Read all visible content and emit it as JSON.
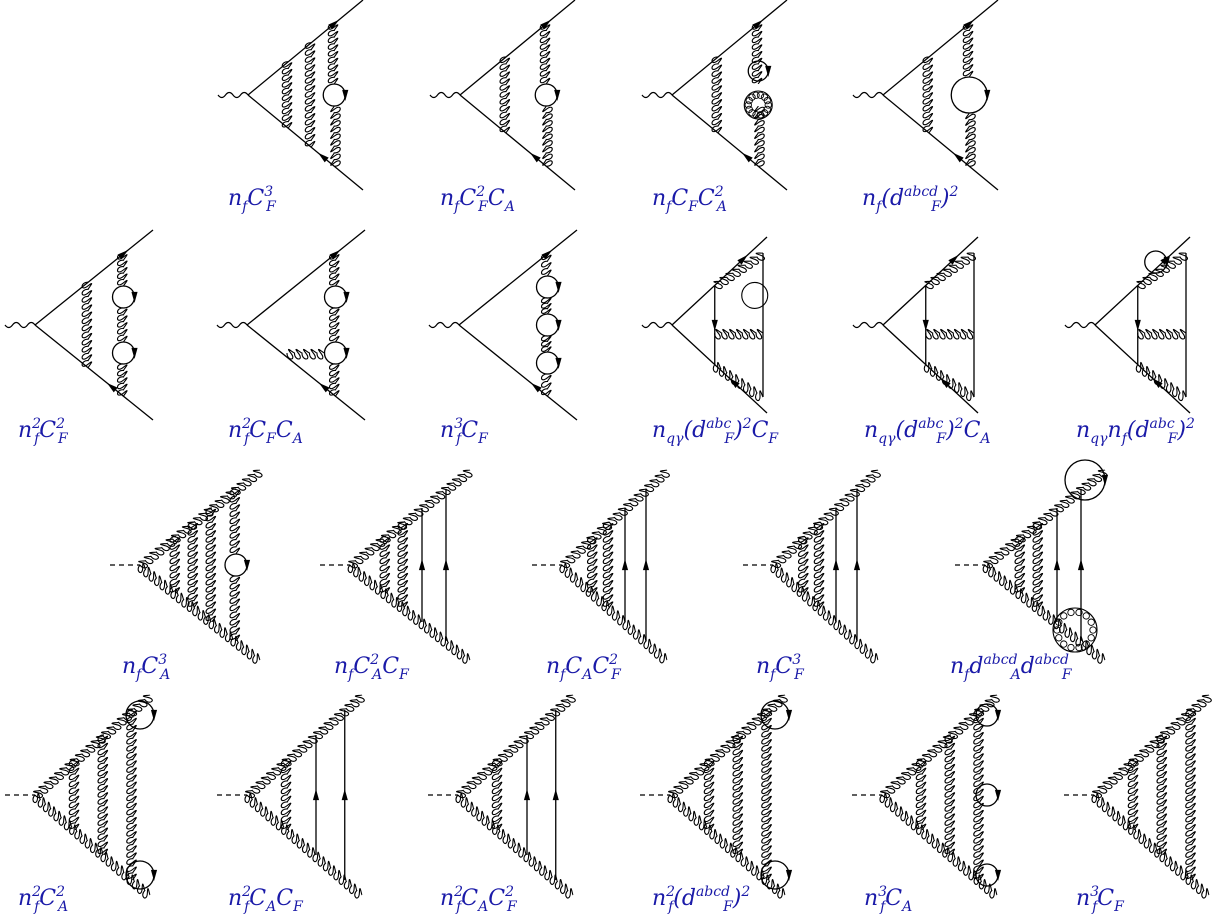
{
  "figure": {
    "rows": [
      {
        "diagrams": [
          {
            "label": "n_f C_F^3",
            "parts": [
              [
                "n",
                ""
              ],
              [
                "f",
                "sub"
              ],
              [
                "C",
                ""
              ],
              [
                "3",
                "sup"
              ],
              [
                "F",
                "sub"
              ]
            ]
          },
          {
            "label": "n_f C_F^2 C_A",
            "parts": [
              [
                "n",
                ""
              ],
              [
                "f",
                "sub"
              ],
              [
                "C",
                ""
              ],
              [
                "2",
                "sup"
              ],
              [
                "F",
                "sub"
              ],
              [
                "C",
                ""
              ],
              [
                "A",
                "sub"
              ]
            ]
          },
          {
            "label": "n_f C_F C_A^2",
            "parts": [
              [
                "n",
                ""
              ],
              [
                "f",
                "sub"
              ],
              [
                "C",
                ""
              ],
              [
                "F",
                "sub"
              ],
              [
                "C",
                ""
              ],
              [
                "2",
                "sup"
              ],
              [
                "A",
                "sub"
              ]
            ]
          },
          {
            "label": "n_f (d_F^abcd)^2",
            "parts": [
              [
                "n",
                ""
              ],
              [
                "f",
                "sub"
              ],
              [
                "(d",
                ""
              ],
              [
                "abcd",
                "sup"
              ],
              [
                "F",
                "sub"
              ],
              [
                ")",
                ""
              ],
              [
                "2",
                "sup"
              ]
            ]
          }
        ]
      },
      {
        "diagrams": [
          {
            "label": "n_f^2 C_F^2",
            "parts": [
              [
                "n",
                ""
              ],
              [
                "2",
                "sup"
              ],
              [
                "f",
                "sub"
              ],
              [
                "C",
                ""
              ],
              [
                "2",
                "sup"
              ],
              [
                "F",
                "sub"
              ]
            ]
          },
          {
            "label": "n_f^2 C_F C_A",
            "parts": [
              [
                "n",
                ""
              ],
              [
                "2",
                "sup"
              ],
              [
                "f",
                "sub"
              ],
              [
                "C",
                ""
              ],
              [
                "F",
                "sub"
              ],
              [
                "C",
                ""
              ],
              [
                "A",
                "sub"
              ]
            ]
          },
          {
            "label": "n_f^3 C_F",
            "parts": [
              [
                "n",
                ""
              ],
              [
                "3",
                "sup"
              ],
              [
                "f",
                "sub"
              ],
              [
                "C",
                ""
              ],
              [
                "F",
                "sub"
              ]
            ]
          },
          {
            "label": "n_qγ (d_F^abc)^2 C_F",
            "parts": [
              [
                "n",
                ""
              ],
              [
                "qγ",
                "sub"
              ],
              [
                "(d",
                ""
              ],
              [
                "abc",
                "sup"
              ],
              [
                "F",
                "sub"
              ],
              [
                ")",
                ""
              ],
              [
                "2",
                "sup"
              ],
              [
                "C",
                ""
              ],
              [
                "F",
                "sub"
              ]
            ]
          },
          {
            "label": "n_qγ (d_F^abc)^2 C_A",
            "parts": [
              [
                "n",
                ""
              ],
              [
                "qγ",
                "sub"
              ],
              [
                "(d",
                ""
              ],
              [
                "abc",
                "sup"
              ],
              [
                "F",
                "sub"
              ],
              [
                ")",
                ""
              ],
              [
                "2",
                "sup"
              ],
              [
                "C",
                ""
              ],
              [
                "A",
                "sub"
              ]
            ]
          },
          {
            "label": "n_qγ n_f (d_F^abc)^2",
            "parts": [
              [
                "n",
                ""
              ],
              [
                "qγ",
                "sub"
              ],
              [
                "n",
                ""
              ],
              [
                "f",
                "sub"
              ],
              [
                "(d",
                ""
              ],
              [
                "abc",
                "sup"
              ],
              [
                "F",
                "sub"
              ],
              [
                ")",
                ""
              ],
              [
                "2",
                "sup"
              ]
            ]
          }
        ]
      },
      {
        "diagrams": [
          {
            "label": "n_f C_A^3",
            "parts": [
              [
                "n",
                ""
              ],
              [
                "f",
                "sub"
              ],
              [
                "C",
                ""
              ],
              [
                "3",
                "sup"
              ],
              [
                "A",
                "sub"
              ]
            ]
          },
          {
            "label": "n_f C_A^2 C_F",
            "parts": [
              [
                "n",
                ""
              ],
              [
                "f",
                "sub"
              ],
              [
                "C",
                ""
              ],
              [
                "2",
                "sup"
              ],
              [
                "A",
                "sub"
              ],
              [
                "C",
                ""
              ],
              [
                "F",
                "sub"
              ]
            ]
          },
          {
            "label": "n_f C_A C_F^2",
            "parts": [
              [
                "n",
                ""
              ],
              [
                "f",
                "sub"
              ],
              [
                "C",
                ""
              ],
              [
                "A",
                "sub"
              ],
              [
                "C",
                ""
              ],
              [
                "2",
                "sup"
              ],
              [
                "F",
                "sub"
              ]
            ]
          },
          {
            "label": "n_f C_F^3",
            "parts": [
              [
                "n",
                ""
              ],
              [
                "f",
                "sub"
              ],
              [
                "C",
                ""
              ],
              [
                "3",
                "sup"
              ],
              [
                "F",
                "sub"
              ]
            ]
          },
          {
            "label": "n_f d_A^abcd d_F^abcd",
            "parts": [
              [
                "n",
                ""
              ],
              [
                "f",
                "sub"
              ],
              [
                "d",
                ""
              ],
              [
                "abcd",
                "sup"
              ],
              [
                "A",
                "sub"
              ],
              [
                "d",
                ""
              ],
              [
                "abcd",
                "sup"
              ],
              [
                "F",
                "sub"
              ]
            ]
          }
        ]
      },
      {
        "diagrams": [
          {
            "label": "n_f^2 C_A^2",
            "parts": [
              [
                "n",
                ""
              ],
              [
                "2",
                "sup"
              ],
              [
                "f",
                "sub"
              ],
              [
                "C",
                ""
              ],
              [
                "2",
                "sup"
              ],
              [
                "A",
                "sub"
              ]
            ]
          },
          {
            "label": "n_f^2 C_A C_F",
            "parts": [
              [
                "n",
                ""
              ],
              [
                "2",
                "sup"
              ],
              [
                "f",
                "sub"
              ],
              [
                "C",
                ""
              ],
              [
                "A",
                "sub"
              ],
              [
                "C",
                ""
              ],
              [
                "F",
                "sub"
              ]
            ]
          },
          {
            "label": "n_f^2 C_A C_F^2",
            "parts": [
              [
                "n",
                ""
              ],
              [
                "2",
                "sup"
              ],
              [
                "f",
                "sub"
              ],
              [
                "C",
                ""
              ],
              [
                "A",
                "sub"
              ],
              [
                "C",
                ""
              ],
              [
                "2",
                "sup"
              ],
              [
                "F",
                "sub"
              ]
            ]
          },
          {
            "label": "n_f^2 (d_F^abcd)^2",
            "parts": [
              [
                "n",
                ""
              ],
              [
                "2",
                "sup"
              ],
              [
                "f",
                "sub"
              ],
              [
                "(d",
                ""
              ],
              [
                "abcd",
                "sup"
              ],
              [
                "F",
                "sub"
              ],
              [
                ")",
                ""
              ],
              [
                "2",
                "sup"
              ]
            ]
          },
          {
            "label": "n_f^3 C_A",
            "parts": [
              [
                "n",
                ""
              ],
              [
                "3",
                "sup"
              ],
              [
                "f",
                "sub"
              ],
              [
                "C",
                ""
              ],
              [
                "A",
                "sub"
              ]
            ]
          },
          {
            "label": "n_f^3 C_F",
            "parts": [
              [
                "n",
                ""
              ],
              [
                "3",
                "sup"
              ],
              [
                "f",
                "sub"
              ],
              [
                "C",
                ""
              ],
              [
                "F",
                "sub"
              ]
            ]
          }
        ]
      }
    ]
  },
  "colors": {
    "label": "#1a1aa8",
    "line": "#000000"
  }
}
